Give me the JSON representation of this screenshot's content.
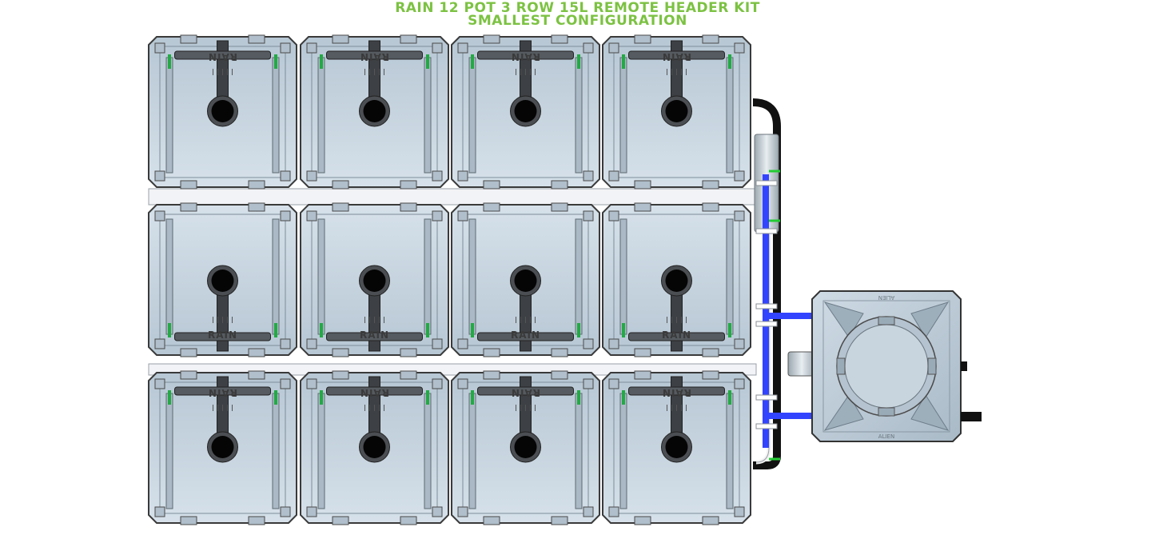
{
  "header": {
    "title_line1": "RAIN 12 POT 3 ROW 15L REMOTE HEADER KIT",
    "title_line2": "SMALLEST CONFIGURATION"
  },
  "pot": {
    "brand_label": "RAIN",
    "count": 12,
    "rows": [
      {
        "orientation": "flipped"
      },
      {
        "orientation": "normal"
      },
      {
        "orientation": "flipped"
      }
    ]
  },
  "header_tank": {
    "brand_label": "ALIEN"
  },
  "colors": {
    "title_green": "#7cc242",
    "pot_body": "#c4d2dd",
    "pot_outline": "#3a3a3a",
    "feed_line_blue": "#3344ff",
    "drain_pipe_black": "#111111",
    "connector_green": "#22aa44",
    "header_pipe_white": "#f2f2f2"
  }
}
